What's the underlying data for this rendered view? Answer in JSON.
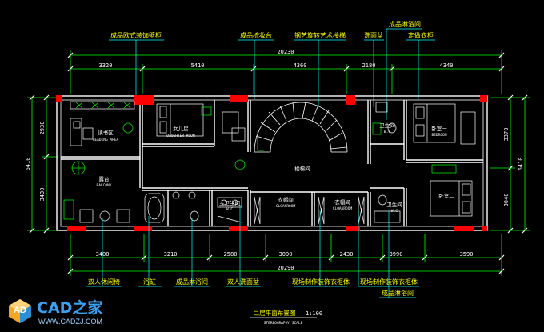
{
  "top_dims": {
    "total": "20230",
    "segments": [
      "3320",
      "5410",
      "4360",
      "2180",
      "4340"
    ]
  },
  "bottom_dims": {
    "total": "20290",
    "segments": [
      "3400",
      "3210",
      "2580",
      "3090",
      "2430",
      "3990",
      "3590"
    ]
  },
  "left_dims": {
    "total": "6410",
    "segments": [
      "2930",
      "3430"
    ]
  },
  "right_dims": {
    "total": "6410",
    "segments": [
      "3370",
      "3040"
    ]
  },
  "top_annotations": [
    "成品欧式装饰壁柜",
    "成品梳妆台",
    "钢艺旋转艺术楼梯",
    "洗面盆",
    "成品淋浴间",
    "定做衣柜"
  ],
  "bottom_annotations": [
    "双人休闲椅",
    "浴缸",
    "成品淋浴间",
    "双人洗面盆",
    "现场制作装饰衣柜体",
    "现场制作装饰衣柜体",
    "成品淋浴间"
  ],
  "rooms": {
    "reading": {
      "zh": "读书区",
      "en": "READING AREA"
    },
    "daughter": {
      "zh": "女儿房",
      "en": "DAUGHTER ROOM"
    },
    "stair": {
      "zh": "楼梯间"
    },
    "wc1": {
      "zh": "卫生间",
      "en": "W.C"
    },
    "bedroom1": {
      "zh": "卧室一",
      "en": "BEDROOM"
    },
    "balcony": {
      "zh": "露台",
      "en": "BALCONY"
    },
    "master_wc": {
      "zh": "主卫生间",
      "en": "W.C"
    },
    "cloak1": {
      "zh": "衣帽间",
      "en": "CLOAKROOM"
    },
    "cloak2": {
      "zh": "衣帽间",
      "en": "CLOAKROOM"
    },
    "wc2": {
      "zh": "卫生间",
      "en": "W.C"
    },
    "bedroom2": {
      "zh": "卧室二",
      "en": "BEDROOM"
    }
  },
  "drawing_title": {
    "zh": "二层平面布置图",
    "scale": "1:100",
    "en": "STEREOGRAPHY SCALE"
  },
  "watermark": {
    "brand": "CAD之家",
    "url": "WWW.CADZJ.COM",
    "logo_letter": "AD"
  },
  "colors": {
    "background": "#000000",
    "wall": "#ffffff",
    "column": "#ff0000",
    "furniture": "#00ff00",
    "dimension": "#00ff00",
    "annotation": "#ffff00",
    "leader": "#00ffff"
  }
}
